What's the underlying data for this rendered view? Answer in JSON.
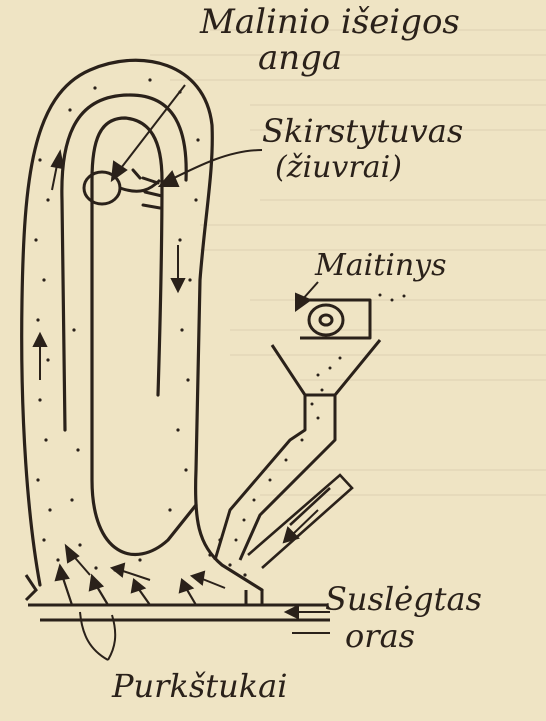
{
  "labels": {
    "outlet_line1": "Malinio išeigos",
    "outlet_line2": "anga",
    "separator_line1": "Skirstytuvas",
    "separator_line2": "(žiuvrai)",
    "feed": "Maitinys",
    "air_line1": "Suslėgtas",
    "air_line2": "oras",
    "nozzles": "Purkštukai"
  },
  "colors": {
    "background": "#efe4c4",
    "ink": "#2a211a"
  }
}
